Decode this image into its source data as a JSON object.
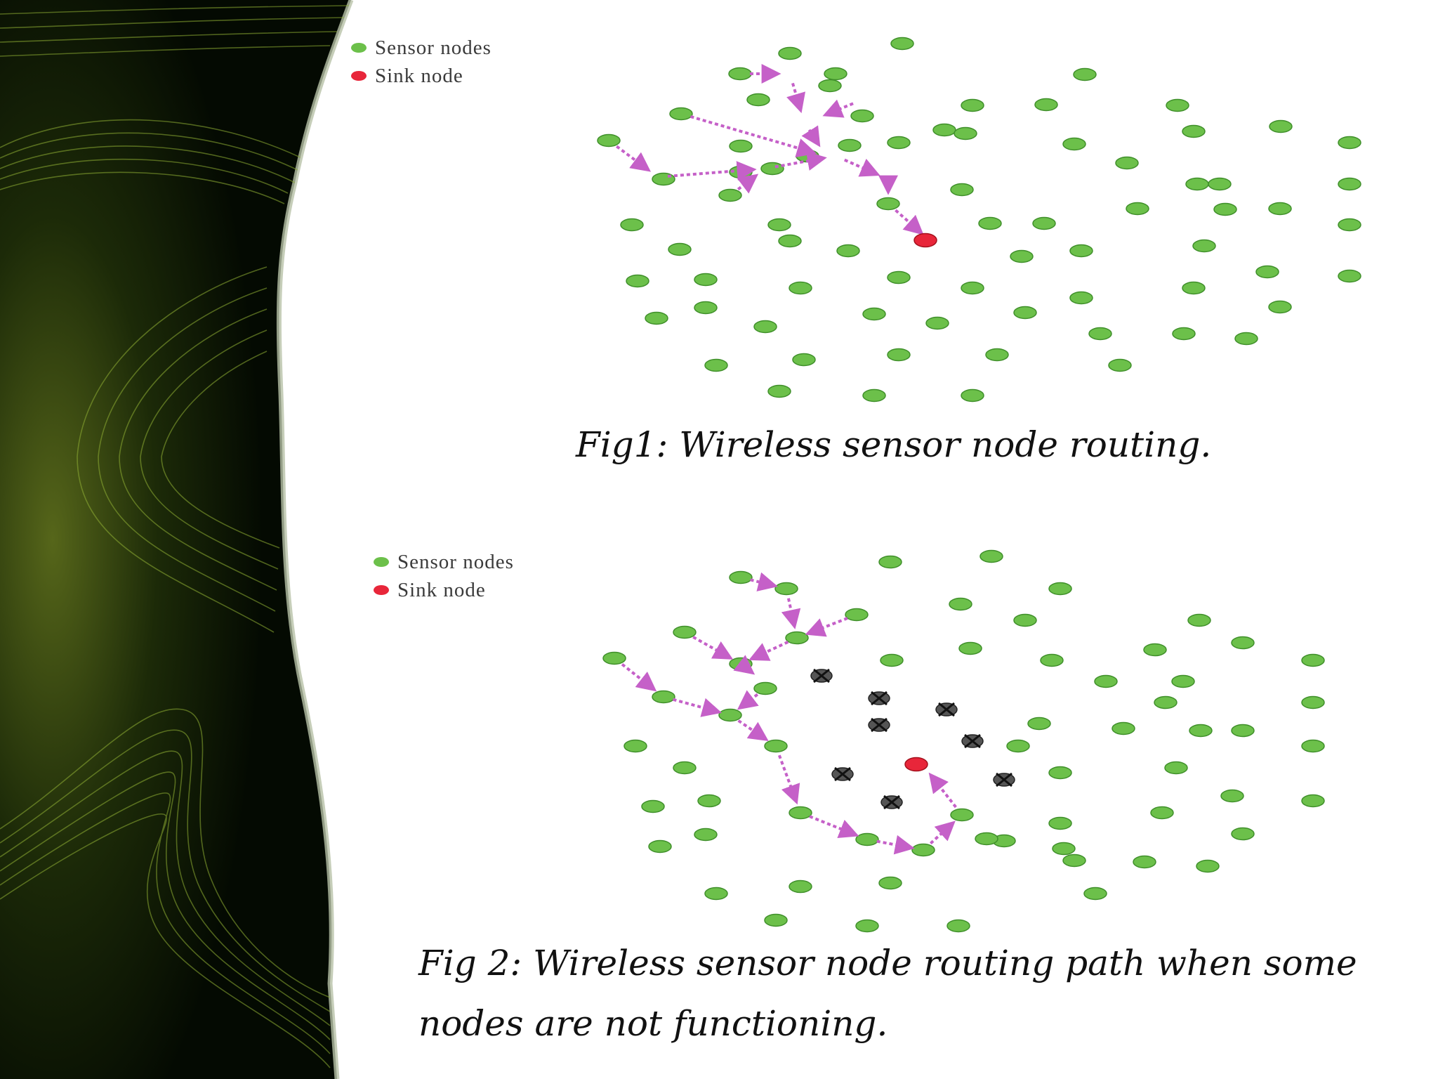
{
  "legend": {
    "sensor_label": "Sensor nodes",
    "sink_label": "Sink node"
  },
  "colors": {
    "sensor_fill": "#6cc04a",
    "sensor_stroke": "#3f8f2a",
    "sink_fill": "#e8263a",
    "path_arrow": "#c560c8",
    "failed_node": "#555555",
    "band_dark": "#0a1a04",
    "band_lines": "#8fae34"
  },
  "fig1": {
    "caption": "Fig1: Wireless sensor node routing."
  },
  "fig2": {
    "caption_line1": "Fig 2: Wireless sensor node routing path when some",
    "caption_line2": "nodes are not functioning."
  }
}
